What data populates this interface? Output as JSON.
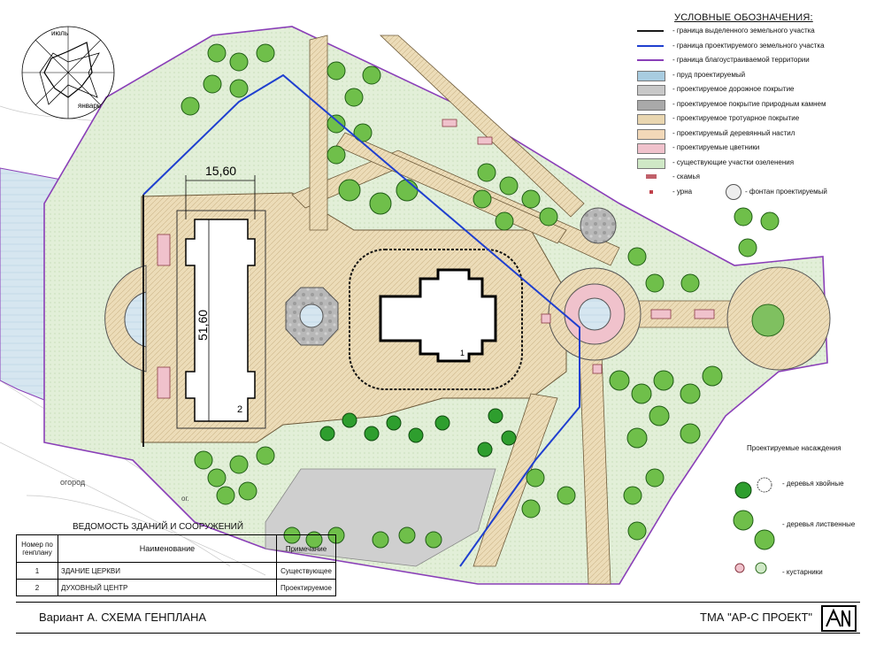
{
  "legend": {
    "title": "УСЛОВНЫЕ ОБОЗНАЧЕНИЯ:",
    "items": [
      {
        "label": "- граница выделенного земельного участка",
        "color": "#1a1a1a",
        "kind": "line"
      },
      {
        "label": "- граница проектируемого земельного участка",
        "color": "#1f3fcf",
        "kind": "line"
      },
      {
        "label": "- граница благоустраиваемой территории",
        "color": "#8a3fb8",
        "kind": "line"
      },
      {
        "label": "- пруд проектируемый",
        "color": "#a8cce0",
        "kind": "fill"
      },
      {
        "label": "- проектируемое дорожное покрытие",
        "color": "#c8c8c8",
        "kind": "fill"
      },
      {
        "label": "- проектируемое покрытие природным камнем",
        "color": "#a9a9a9",
        "kind": "stone"
      },
      {
        "label": "- проектируемое тротуарное покрытие",
        "color": "#e9d6b0",
        "kind": "paving"
      },
      {
        "label": "- проектируемый деревянный настил",
        "color": "#f2d8b8",
        "kind": "fill"
      },
      {
        "label": "- проектируемые цветники",
        "color": "#f0c2cc",
        "kind": "fill"
      },
      {
        "label": "- существующие участки озеленения",
        "color": "#cfe8c6",
        "kind": "fill"
      },
      {
        "label": "- скамья",
        "color": "#c0606a",
        "kind": "bench"
      },
      {
        "label": "- урна",
        "color": "#c0404a",
        "kind": "urn"
      }
    ],
    "fountain_label": "- фонтан проектируемый"
  },
  "plantings": {
    "title": "Проектируемые насаждения",
    "conifers": "- деревья хвойные",
    "deciduous": "- деревья лиственные",
    "shrubs": "- кустарники"
  },
  "schedule": {
    "title": "ВЕДОМОСТЬ ЗДАНИЙ И СООРУЖЕНИЙ",
    "headers": [
      "Номер по генплану",
      "Наименование",
      "Примечание"
    ],
    "rows": [
      {
        "num": "1",
        "name": "ЗДАНИЕ ЦЕРКВИ",
        "note": "Существующее"
      },
      {
        "num": "2",
        "name": "ДУХОВНЫЙ ЦЕНТР",
        "note": "Проектируемое"
      }
    ]
  },
  "plan": {
    "dim_width": "15,60",
    "dim_length": "51,60",
    "building_1": "1",
    "building_2": "2",
    "label_garden": "огород",
    "label_garden_short": "ог.",
    "wind_july": "июль",
    "wind_january": "январь"
  },
  "footer": {
    "variant": "Вариант А. СХЕМА ГЕНПЛАНА",
    "firm": "ТМА \"АР-С ПРОЕКТ\""
  }
}
